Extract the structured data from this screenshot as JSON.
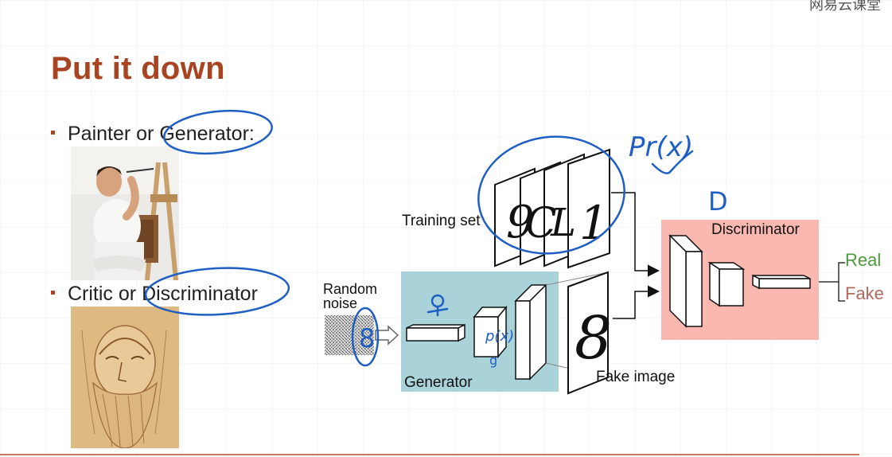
{
  "slide": {
    "title": "Put it down",
    "watermark": "网易云课堂"
  },
  "bullets": [
    {
      "prefix": "Painter or ",
      "term": "Generator:"
    },
    {
      "prefix": "Critic or ",
      "term": "Discriminator"
    }
  ],
  "diagram": {
    "training_set_label": "Training set",
    "random_noise_label": "Random\nnoise",
    "generator_label": "Generator",
    "fake_image_label": "Fake image",
    "discriminator_label": "Discriminator",
    "output_real": "Real",
    "output_fake": "Fake",
    "sample_digits": [
      "9",
      "C",
      "L",
      "1"
    ],
    "fake_digit": "8",
    "noise_digit": "8"
  },
  "annotations": {
    "real_distribution": "Pr(x)",
    "discriminator_letter": "D",
    "generator_distribution": "p(x)",
    "generator_g": "g"
  },
  "colors": {
    "title": "#a84421",
    "generator_box": "#a9d3d8",
    "discriminator_box": "#fbb8b0",
    "ink": "#1f5fc4",
    "real": "#4e9a3a",
    "fake": "#b36a5e"
  }
}
